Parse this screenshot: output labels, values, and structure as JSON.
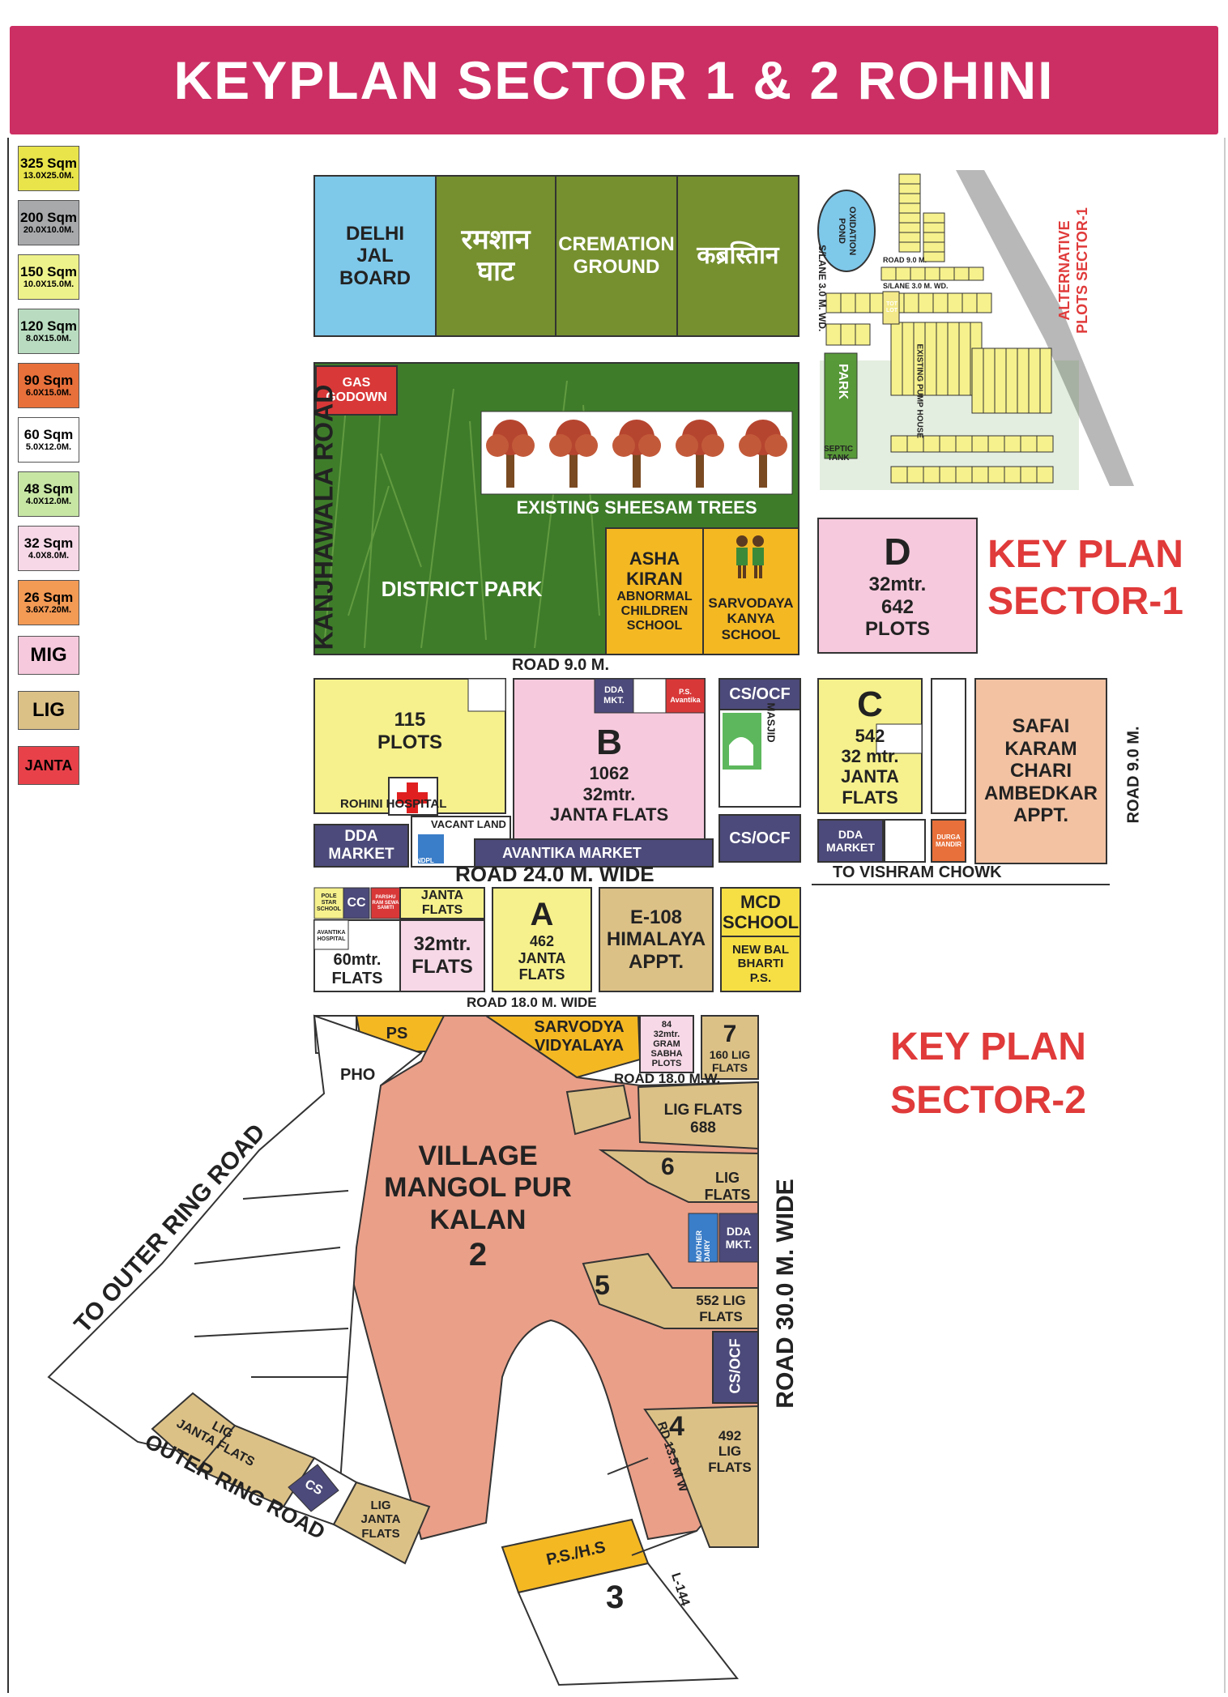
{
  "title": "KEYPLAN SECTOR 1 & 2 ROHINI",
  "legend": [
    {
      "area": "325 Sqm",
      "dims": "13.0X25.0M.",
      "color": "#e8e44a"
    },
    {
      "area": "200 Sqm",
      "dims": "20.0X10.0M.",
      "color": "#a7a9ab"
    },
    {
      "area": "150 Sqm",
      "dims": "10.0X15.0M.",
      "color": "#eef28a"
    },
    {
      "area": "120 Sqm",
      "dims": "8.0X15.0M.",
      "color": "#b9dcc0"
    },
    {
      "area": "90 Sqm",
      "dims": "6.0X15.0M.",
      "color": "#e8703a"
    },
    {
      "area": "60 Sqm",
      "dims": "5.0X12.0M.",
      "color": "#ffffff"
    },
    {
      "area": "48 Sqm",
      "dims": "4.0X12.0M.",
      "color": "#c7e6a4"
    },
    {
      "area": "32 Sqm",
      "dims": "4.0X8.0M.",
      "color": "#f6d8e6"
    },
    {
      "area": "26 Sqm",
      "dims": "3.6X7.20M.",
      "color": "#f39a55"
    },
    {
      "area": "MIG",
      "dims": "",
      "color": "#f6c9dc"
    },
    {
      "area": "LIG",
      "dims": "",
      "color": "#dcc187"
    },
    {
      "area": "JANTA",
      "dims": "",
      "color": "#e8414a"
    }
  ],
  "labels": {
    "delhi_jal_board": [
      "DELHI",
      "JAL",
      "BOARD"
    ],
    "shamshan_ghat": [
      "रमशान",
      "घाट"
    ],
    "cremation_ground": [
      "CREMATION",
      "GROUND"
    ],
    "kabristan": "कब्रस्तिान",
    "gas_godown": [
      "GAS",
      "GODOWN"
    ],
    "existing_trees": "EXISTING SHEESAM TREES",
    "district_park": "DISTRICT PARK",
    "asha_kiran": [
      "ASHA",
      "KIRAN",
      "ABNORMAL",
      "CHILDREN",
      "SCHOOL"
    ],
    "sarvodaya_kanya": [
      "SARVODAYA",
      "KANYA",
      "SCHOOL"
    ],
    "block_d": [
      "D",
      "32mtr.",
      "642",
      "PLOTS"
    ],
    "key_plan_1": [
      "KEY PLAN",
      "SECTOR-1"
    ],
    "key_plan_2": [
      "KEY PLAN",
      "SECTOR-2"
    ],
    "alternative_plots": [
      "ALTERNATIVE",
      "PLOTS SECTOR-1"
    ],
    "oxidation_pond": [
      "OXIDATION",
      "POND"
    ],
    "park": "PARK",
    "septic_tank": [
      "SEPTIC",
      "TANK"
    ],
    "existing_pump_house": "EXISTING PUMP HOUSE",
    "road_9_top": "ROAD 9.0 M.",
    "slane_3": "S/LANE 3.0 M. WD.",
    "tot_lot": [
      "TOT",
      "LOT"
    ],
    "kanjhawala_road": "KANJHAWALA ROAD",
    "road_9_main": "ROAD 9.0 M.",
    "plots_115": [
      "115",
      "PLOTS"
    ],
    "rohini_hospital": "ROHINI HOSPITAL",
    "dda_mkt": [
      "DDA",
      "MKT."
    ],
    "ps_avantika": [
      "P.S.",
      "Avantika"
    ],
    "block_b": [
      "B",
      "1062",
      "32mtr.",
      "JANTA FLATS"
    ],
    "cs_ocf": "CS/OCF",
    "masjid": "MASJID",
    "block_c": [
      "C",
      "542",
      "32 mtr.",
      "JANTA",
      "FLATS"
    ],
    "safai": [
      "SAFAI",
      "KARAM",
      "CHARI",
      "AMBEDKAR",
      "APPT."
    ],
    "road_9_right": "ROAD 9.0 M.",
    "dda_market": [
      "DDA",
      "MARKET"
    ],
    "vacant_land": "VACANT LAND",
    "ndpl": "NDPL",
    "avantika_market": "AVANTIKA MARKET",
    "durga_mandir": [
      "DURGA",
      "MANDIR"
    ],
    "road_24": "ROAD 24.0 M. WIDE",
    "to_vishram_chowk": "TO VISHRAM CHOWK",
    "pole_star": [
      "POLE",
      "STAR",
      "SCHOOL"
    ],
    "cc": "CC",
    "parshu_ram": [
      "PARSHU",
      "RAM SEWA",
      "SAMITI"
    ],
    "janta_flats_small": [
      "JANTA",
      "FLATS"
    ],
    "avantika_hospital": [
      "AVANTIKA",
      "HOSPITAL"
    ],
    "flats_60": [
      "60mtr.",
      "FLATS"
    ],
    "flats_32": [
      "32mtr.",
      "FLATS"
    ],
    "block_a": [
      "A",
      "462",
      "JANTA",
      "FLATS"
    ],
    "e108": [
      "E-108",
      "HIMALAYA",
      "APPT."
    ],
    "mcd_school": [
      "MCD",
      "SCHOOL"
    ],
    "new_bal_bharti": [
      "NEW BAL",
      "BHARTI",
      "P.S."
    ],
    "road_18_wide": "ROAD 18.0 M. WIDE",
    "ps": "PS",
    "pho": "PHO",
    "sarvodya_vidyalaya": [
      "SARVODYA",
      "VIDYALAYA"
    ],
    "gram_sabha": [
      "84",
      "32mtr.",
      "GRAM",
      "SABHA",
      "PLOTS"
    ],
    "lig_7": [
      "7",
      "160 LIG",
      "FLATS"
    ],
    "road_18_mw": "ROAD 18.0 M.W.",
    "lig_688": [
      "LIG FLATS",
      "688"
    ],
    "village": [
      "VILLAGE",
      "MANGOL PUR",
      "KALAN",
      "2"
    ],
    "lig_6": [
      "6",
      "LIG",
      "FLATS"
    ],
    "mother_dairy": [
      "MOTHER",
      "DAIRY"
    ],
    "road_30": "ROAD 30.0 M. WIDE",
    "lig_5": [
      "5",
      "552 LIG",
      "FLATS"
    ],
    "to_outer_ring_road": "TO OUTER RING ROAD",
    "outer_ring_road": "OUTER RING ROAD",
    "lig_janta_flats": [
      "LIG",
      "JANTA FLATS"
    ],
    "cs": "CS",
    "lig_4": [
      "4",
      "492",
      "LIG",
      "FLATS"
    ],
    "rd_135": "RD 13.5 M W",
    "ps_hs": "P.S./H.S",
    "sector_3": "3",
    "l144": "L-144"
  }
}
